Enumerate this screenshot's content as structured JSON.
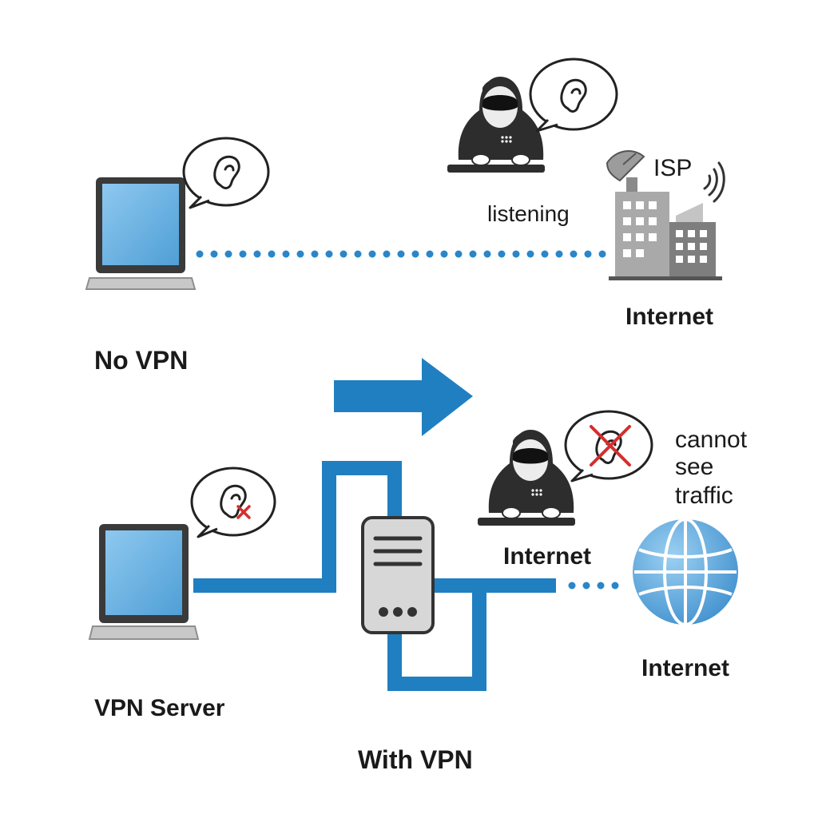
{
  "no_vpn": {
    "section_label": "No VPN",
    "isp_label": "ISP",
    "listening_label": "listening",
    "internet_label": "Internet"
  },
  "with_vpn": {
    "section_label": "With VPN",
    "server_label": "VPN Server",
    "mid_internet_label": "Internet",
    "globe_internet_label": "Internet",
    "cannot_see_lines": [
      "cannot",
      "see",
      "traffic"
    ]
  },
  "colors": {
    "accent_blue": "#1f7fc1",
    "dot_blue": "#2a86c8",
    "screen_blue": "#62aedf",
    "hacker_dark": "#2d2d2d",
    "building_gray": "#a9a9a9",
    "cross_red": "#d32f2f"
  },
  "icons": [
    "laptop-icon",
    "ear-icon",
    "hacker-icon",
    "satellite-dish-icon",
    "wifi-signal-icon",
    "building-icon",
    "server-icon",
    "globe-icon",
    "arrow-right-icon",
    "cross-icon"
  ]
}
